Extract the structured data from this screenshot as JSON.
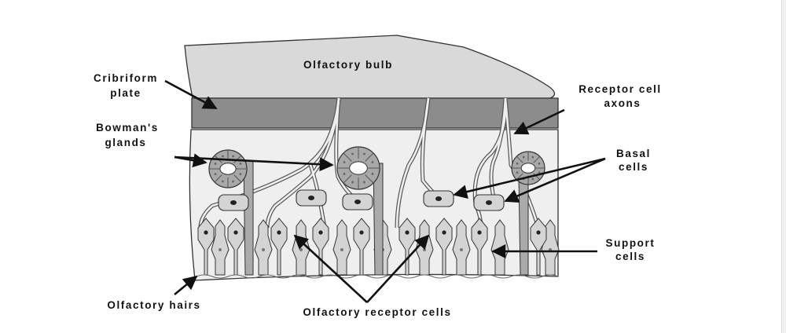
{
  "diagram": {
    "structures": {
      "bulb": "Olfactory bulb"
    },
    "labels": {
      "cribriform_1": "Cribriform",
      "cribriform_2": "plate",
      "bowmans_1": "Bowman's",
      "bowmans_2": "glands",
      "axons_1": "Receptor cell",
      "axons_2": "axons",
      "basal_1": "Basal",
      "basal_2": "cells",
      "support_1": "Support",
      "support_2": "cells",
      "hairs": "Olfactory hairs",
      "receptor_cells": "Olfactory receptor cells"
    },
    "colors": {
      "bulb": "#d9d9d9",
      "plate": "#8c8c8c",
      "tissue": "#efefef",
      "cell": "#d4d4d4",
      "outline": "#333333"
    }
  }
}
